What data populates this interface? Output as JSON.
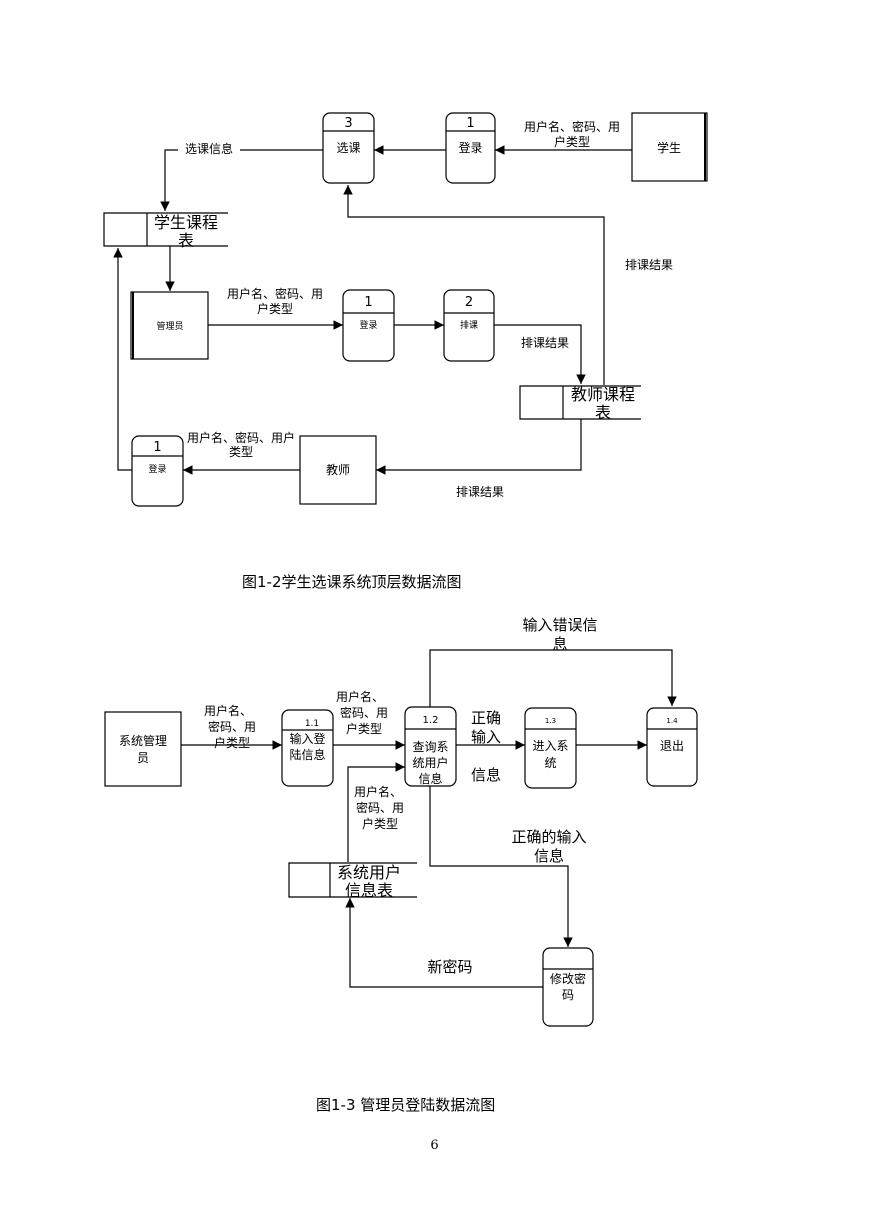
{
  "diagram1": {
    "proc_select": {
      "num": "3",
      "label": "选课"
    },
    "proc_login_student": {
      "num": "1",
      "label": "登录"
    },
    "entity_student": "学生",
    "flow_student_login": [
      "用户名、密码、用",
      "户类型"
    ],
    "flow_select_info": "选课信息",
    "store_student_course": [
      "学生课程",
      "表"
    ],
    "flow_schedule_result_1": "排课结果",
    "entity_admin": "管理员",
    "flow_admin_login": [
      "用户名、密码、用",
      "户类型"
    ],
    "proc_login_admin": {
      "num": "1",
      "label": "登录"
    },
    "proc_schedule": {
      "num": "2",
      "label": "排课"
    },
    "flow_schedule_result_2": "排课结果",
    "store_teacher_course": [
      "教师课程",
      "表"
    ],
    "proc_login_teacher": {
      "num": "1",
      "label": "登录"
    },
    "flow_teacher_login": [
      "用户名、密码、用户",
      "类型"
    ],
    "entity_teacher": "教师",
    "flow_schedule_result_3": "排课结果",
    "caption": "图1-2学生选课系统顶层数据流图"
  },
  "diagram2": {
    "entity_sysadmin": [
      "系统管理",
      "员"
    ],
    "flow_1": [
      "用户名、",
      "密码、用",
      "户类型"
    ],
    "proc_input": {
      "num": "1.1",
      "label": [
        "输入登",
        "陆信息"
      ]
    },
    "flow_2": [
      "用户名、",
      "密码、用",
      "户类型"
    ],
    "proc_query": {
      "num": "1.2",
      "label": [
        "查询系",
        "统用户",
        "信息"
      ]
    },
    "flow_correct_input": [
      "正确",
      "输入"
    ],
    "flow_info": "信息",
    "proc_enter": {
      "num": "1.3",
      "label": [
        "进入系",
        "统"
      ]
    },
    "proc_exit": {
      "num": "1.4",
      "label": "退出"
    },
    "flow_error": [
      "输入错误信",
      "息"
    ],
    "flow_3": [
      "用户名、",
      "密码、用",
      "户类型"
    ],
    "store_user_info": [
      "系统用户",
      "信息表"
    ],
    "flow_correct_input_info": [
      "正确的输入",
      "信息"
    ],
    "proc_change_pwd": {
      "label": [
        "修改密",
        "码"
      ]
    },
    "flow_new_pwd": "新密码",
    "caption": "图1-3 管理员登陆数据流图"
  },
  "page_number": "6"
}
